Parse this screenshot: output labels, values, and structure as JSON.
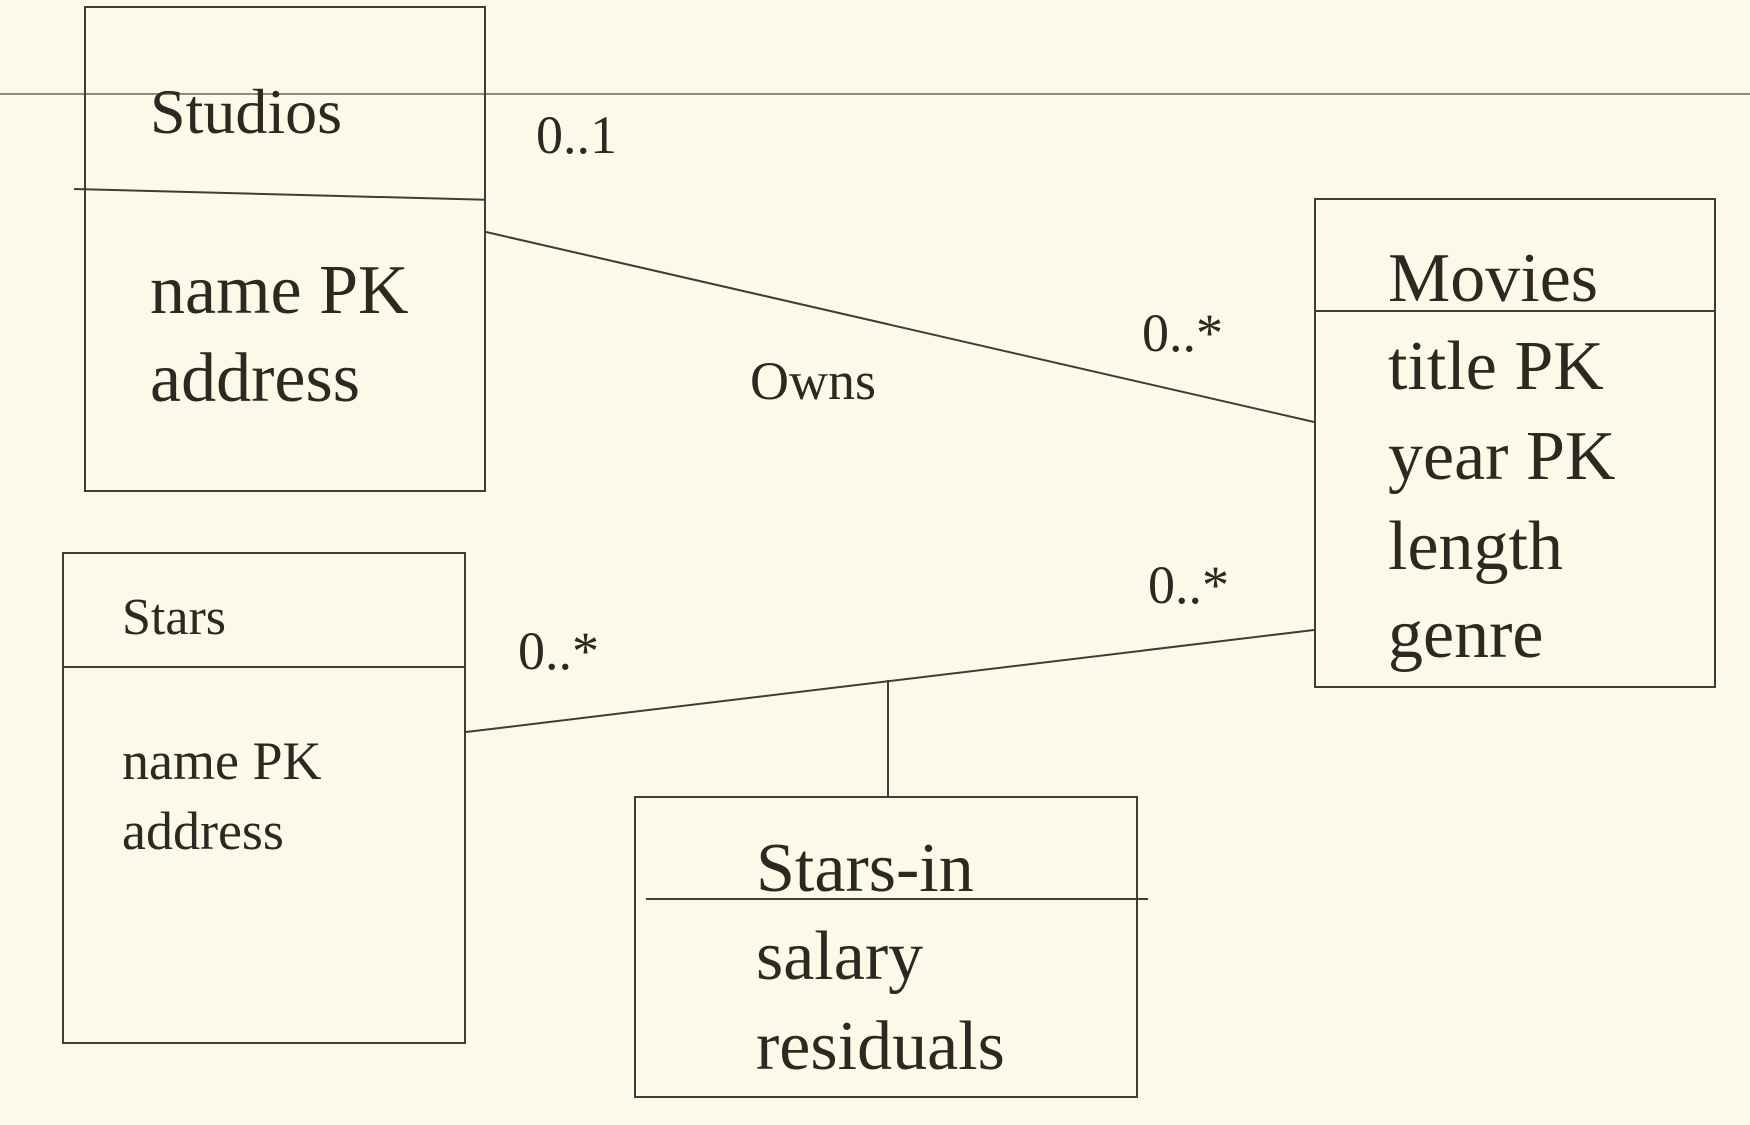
{
  "classes": {
    "studios": {
      "name": "Studios",
      "attributes": [
        "name PK",
        "address"
      ]
    },
    "movies": {
      "name": "Movies",
      "attributes": [
        "title  PK",
        "year  PK",
        "length",
        "genre"
      ]
    },
    "stars": {
      "name": "Stars",
      "attributes": [
        "name PK",
        "address"
      ]
    },
    "stars_in": {
      "name": "Stars-in",
      "attributes": [
        "salary",
        "residuals"
      ]
    }
  },
  "associations": {
    "owns": {
      "name": "Owns",
      "studios_multiplicity": "0..1",
      "movies_multiplicity": "0..*"
    },
    "stars_in": {
      "stars_multiplicity": "0..*",
      "movies_multiplicity": "0..*"
    }
  }
}
